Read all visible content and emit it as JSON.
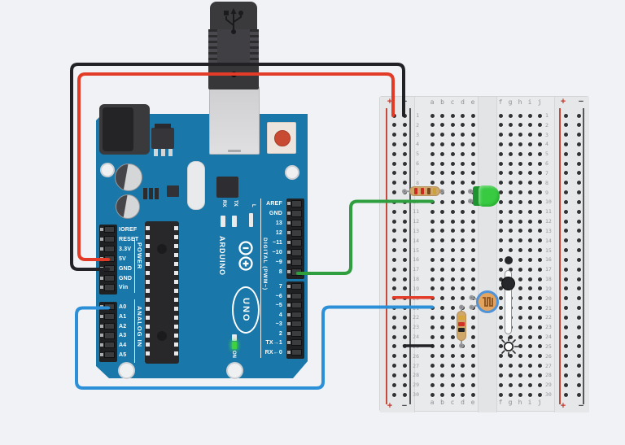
{
  "colors": {
    "background": "#f0f2f5",
    "arduino_board": "#1a77a9",
    "breadboard": "#e9eaec",
    "wire_red": "#e23b27",
    "wire_black": "#222226",
    "wire_green": "#2f9e3f",
    "wire_blue": "#2b90d7",
    "rail_plus_red": "#c0392b",
    "rail_minus_dark": "#4a4d50"
  },
  "arduino": {
    "brand": "ARDUINO",
    "model": "UNO",
    "group_labels": {
      "power": "POWER",
      "analog": "ANALOG IN",
      "digital": "DIGITAL (PWM~)"
    },
    "power_pins": [
      "IOREF",
      "RESET",
      "3.3V",
      "5V",
      "GND",
      "GND",
      "Vin"
    ],
    "analog_pins": [
      "A0",
      "A1",
      "A2",
      "A3",
      "A4",
      "A5"
    ],
    "digital_pins_top": [
      "AREF",
      "GND",
      "13",
      "12",
      "~11",
      "~10",
      "~9",
      "8"
    ],
    "digital_pins_bottom": [
      "7",
      "~6",
      "~5",
      "4",
      "~3",
      "2",
      "TX→1",
      "RX←0"
    ],
    "indicator_labels": {
      "on": "ON",
      "l": "L",
      "tx": "TX",
      "rx": "RX"
    }
  },
  "breadboard": {
    "row_count": 30,
    "column_letters_left": [
      "a",
      "b",
      "c",
      "d",
      "e"
    ],
    "column_letters_right": [
      "f",
      "g",
      "h",
      "i",
      "j"
    ],
    "plus": "+",
    "minus": "−"
  },
  "components": {
    "led": {
      "name": "green LED",
      "body_color": "#38cb42",
      "ring_color": "#1f9330"
    },
    "resistor_220": {
      "body_color": "#cfa76b",
      "band_colors": [
        "#cc2a1e",
        "#cc2a1e",
        "#7a4a1e",
        "#c9a23c"
      ]
    },
    "resistor_10k": {
      "body_color": "#cfa76b",
      "band_colors": [
        "#d8a53a",
        "#d03227",
        "#232323"
      ]
    },
    "photoresistor": {
      "ring_color": "#4f93d8",
      "face_color": "#e3a45f",
      "trace_color": "#8a5220"
    },
    "light_control": {
      "knob_color": "#26272a",
      "track_color": "#fbfbfc"
    }
  },
  "wires": {
    "v5_to_plus_rail": "#e23b27",
    "gnd_to_minus_rail": "#222226",
    "pin8_to_row10": "#2f9e3f",
    "a0_to_row21": "#2b90d7",
    "plus_rail_to_row20": "#e23b27",
    "minus_rail_to_row25": "#222226"
  }
}
